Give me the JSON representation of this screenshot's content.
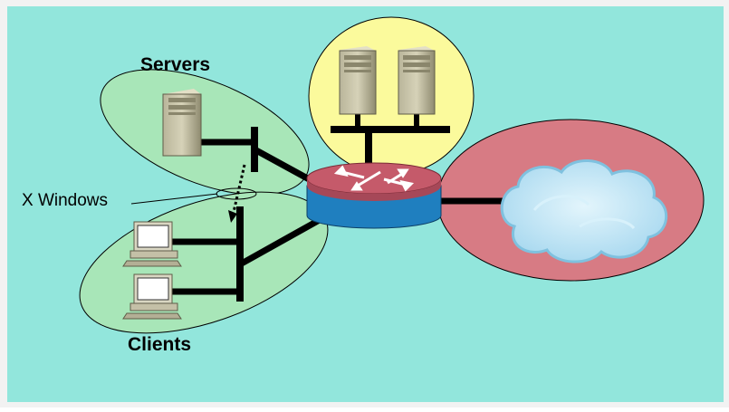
{
  "diagram": {
    "labels": {
      "servers": "Servers",
      "clients": "Clients",
      "x_windows": "X Windows"
    },
    "colors": {
      "background": "#92e6dc",
      "frame": "#f2f2f2",
      "green_zone": "#a8e6b8",
      "yellow_zone": "#fbfa9c",
      "red_zone": "#d77b84",
      "cloud": "#bfe6f6",
      "router_top": "#c55a6a",
      "router_side": "#1f7fbf",
      "link": "#000000"
    },
    "icons": {
      "server": "server-tower-icon",
      "client": "desktop-computer-icon",
      "router": "router-icon",
      "cloud": "cloud-icon"
    }
  }
}
